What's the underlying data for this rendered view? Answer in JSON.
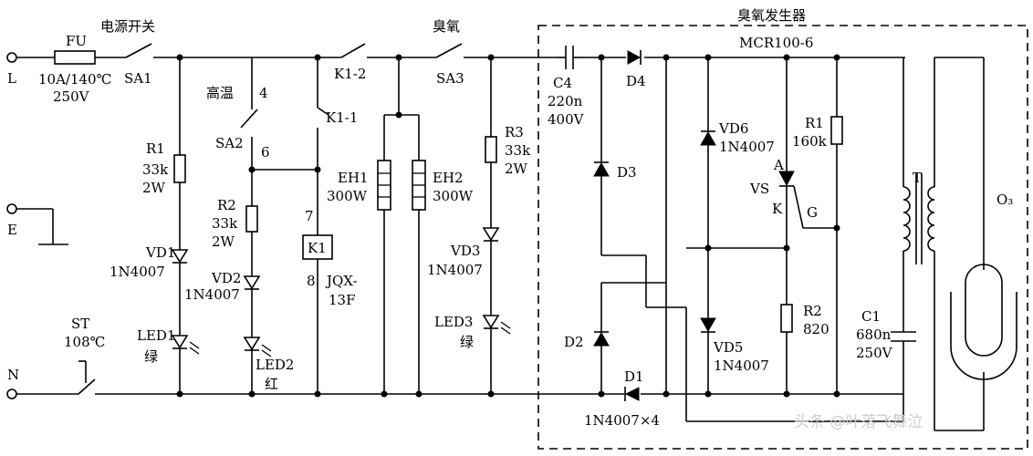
{
  "terminals": {
    "L": "L",
    "E": "E",
    "N": "N"
  },
  "fuse": {
    "name": "FU",
    "rating1": "10A/140℃",
    "rating2": "250V"
  },
  "power_switch": {
    "title": "电源开关",
    "name": "SA1"
  },
  "r1_left": {
    "name": "R1",
    "value": "33k",
    "power": "2W"
  },
  "vd1": {
    "name": "VD1",
    "part": "1N4007"
  },
  "led1": {
    "name": "LED1",
    "color": "绿"
  },
  "high_temp": {
    "title": "高温",
    "switch": "SA2",
    "pin4": "4",
    "pin6": "6"
  },
  "r2_left": {
    "name": "R2",
    "value": "33k",
    "power": "2W"
  },
  "vd2": {
    "name": "VD2",
    "part": "1N4007"
  },
  "led2": {
    "name": "LED2",
    "color": "红"
  },
  "relay": {
    "contact1": "K1-2",
    "contact2": "K1-1",
    "coil": "K1",
    "pin7": "7",
    "pin8": "8",
    "model1": "JQX-",
    "model2": "13F"
  },
  "heater1": {
    "name": "EH1",
    "power": "300W"
  },
  "heater2": {
    "name": "EH2",
    "power": "300W"
  },
  "ozone_switch": {
    "title": "臭氧",
    "name": "SA3"
  },
  "r3": {
    "name": "R3",
    "value": "33k",
    "power": "2W"
  },
  "vd3": {
    "name": "VD3",
    "part": "1N4007"
  },
  "led3": {
    "name": "LED3",
    "color": "绿"
  },
  "thermostat": {
    "name": "ST",
    "temp": "108℃"
  },
  "generator": {
    "title": "臭氧发生器",
    "scr": "MCR100-6"
  },
  "c4": {
    "name": "C4",
    "value": "220n",
    "voltage": "400V"
  },
  "d4": {
    "name": "D4"
  },
  "d3": {
    "name": "D3"
  },
  "d2": {
    "name": "D2"
  },
  "d1": {
    "name": "D1"
  },
  "diodes_note": "1N4007×4",
  "vd6": {
    "name": "VD6",
    "part": "1N4007"
  },
  "vd5": {
    "name": "VD5",
    "part": "1N4007"
  },
  "r1_right": {
    "name": "R1",
    "value": "160k"
  },
  "vs": {
    "name": "VS",
    "a": "A",
    "k": "K",
    "g": "G"
  },
  "r2_right": {
    "name": "R2",
    "value": "820"
  },
  "c1": {
    "name": "C1",
    "value": "680n",
    "voltage": "250V"
  },
  "transformer": {
    "name": "T"
  },
  "ozone_tube": {
    "name": "O₃"
  },
  "watermark": "头条 @叶落飞舞泣"
}
